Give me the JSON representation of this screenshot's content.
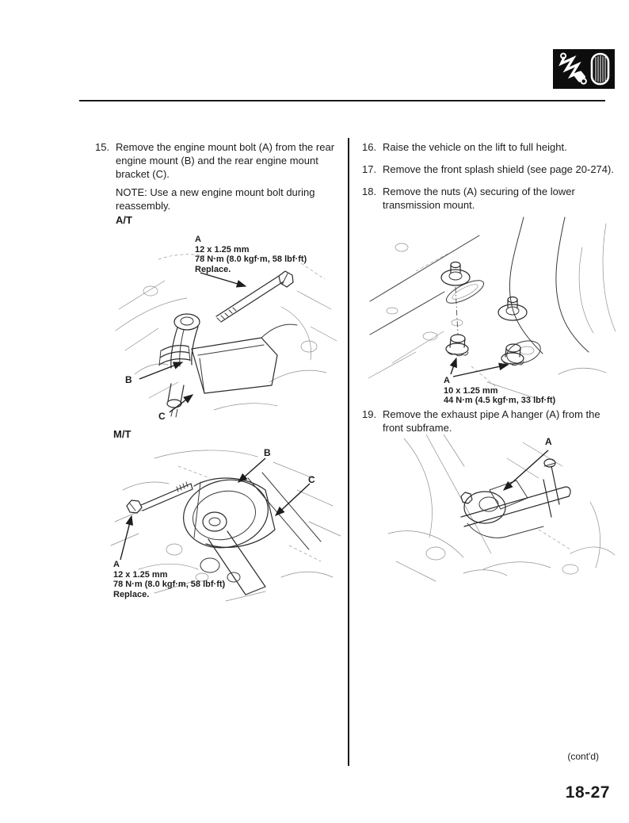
{
  "header": {
    "section_icon": "suspension-strut-and-tire-icon"
  },
  "steps": {
    "s15": {
      "num": "15.",
      "text": "Remove the engine mount bolt (A) from the rear engine mount (B) and the rear engine mount bracket (C).",
      "note": "NOTE: Use a new engine mount bolt during reassembly."
    },
    "s16": {
      "num": "16.",
      "text": "Raise the vehicle on the lift to full height."
    },
    "s17": {
      "num": "17.",
      "text": "Remove the front splash shield (see page 20-274)."
    },
    "s18": {
      "num": "18.",
      "text": "Remove the nuts (A) securing of the lower transmission mount."
    },
    "s19": {
      "num": "19.",
      "text": "Remove the exhaust pipe A hanger (A) from the front subframe."
    }
  },
  "figures": {
    "at": {
      "heading": "A/T",
      "callout_a": "A",
      "spec_size": "12 x 1.25 mm",
      "spec_torque": "78 N·m (8.0 kgf·m, 58 lbf·ft)",
      "spec_replace": "Replace.",
      "callout_b": "B",
      "callout_c": "C"
    },
    "mt": {
      "heading": "M/T",
      "callout_a": "A",
      "spec_size": "12 x 1.25 mm",
      "spec_torque": "78 N·m (8.0 kgf·m, 58 lbf·ft)",
      "spec_replace": "Replace.",
      "callout_b": "B",
      "callout_c": "C"
    },
    "mount_nuts": {
      "callout_a": "A",
      "spec_size": "10 x 1.25 mm",
      "spec_torque": "44 N·m (4.5 kgf·m, 33 lbf·ft)"
    },
    "hanger": {
      "callout_a": "A"
    }
  },
  "footer": {
    "contd": "(cont'd)",
    "page_number": "18-27"
  }
}
